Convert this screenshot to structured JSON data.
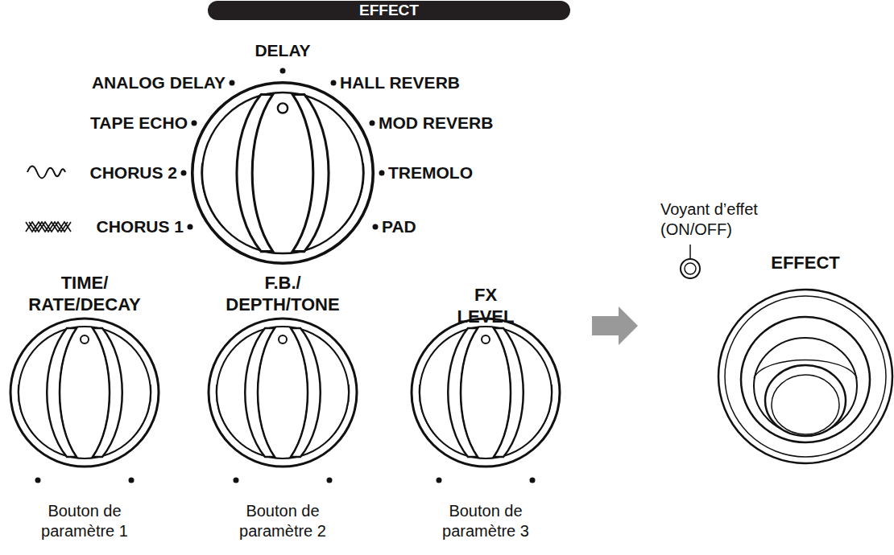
{
  "diagram": {
    "nodes": [
      {
        "text": [
          "EFFECT"
        ]
      }
    ],
    "labels": [
      "DELAY",
      "ANALOG DELAY",
      "HALL REVERB",
      "TAPE ECHO",
      "MOD REVERB",
      "CHORUS 2",
      "TREMOLO",
      "CHORUS 1",
      "PAD",
      "TIME/ RATE/DECAY",
      "F.B./ DEPTH/TONE",
      "FX LEVEL",
      "Voyant d’effet (ON/OFF)",
      "EFFECT",
      "Bouton de paramètre 1",
      "Bouton de paramètre 2",
      "Bouton de paramètre 3"
    ]
  }
}
